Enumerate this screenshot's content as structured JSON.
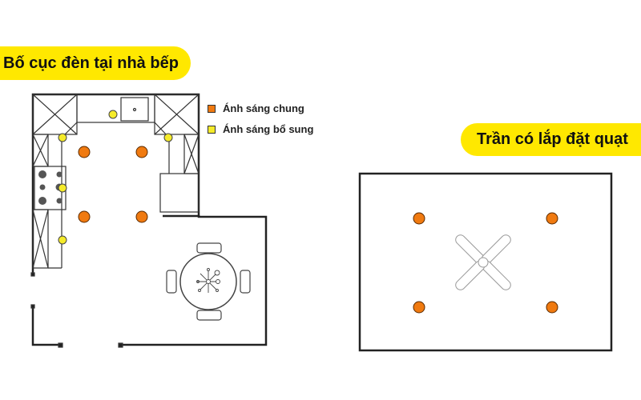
{
  "left_title": "Bố cục đèn tại nhà bếp",
  "right_title": "Trần có lắp đặt quạt",
  "legend": [
    {
      "label": "Ánh sáng chung",
      "color": "#F07A10"
    },
    {
      "label": "Ánh sáng bổ sung",
      "color": "#F5EB2A"
    }
  ]
}
